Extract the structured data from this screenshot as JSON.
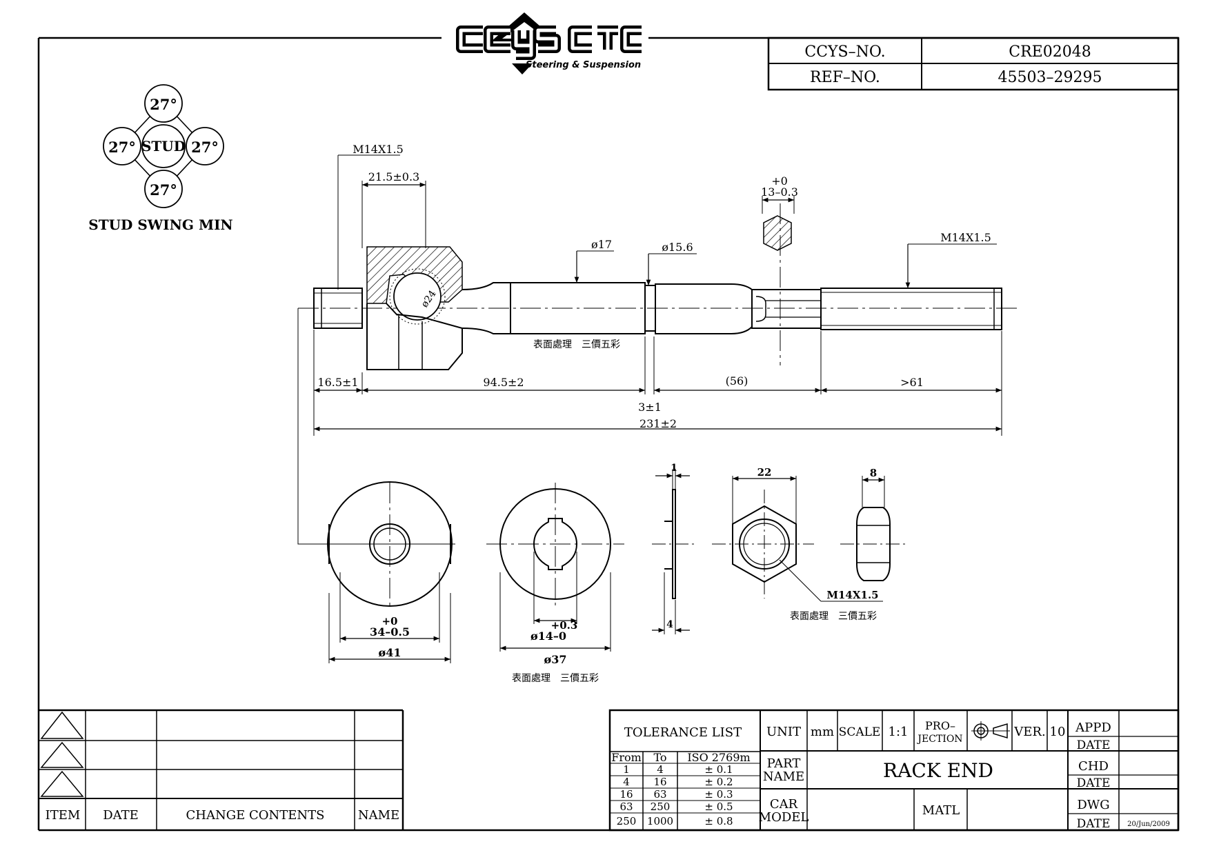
{
  "logo": {
    "brand": "CCYS CTC",
    "tagline": "Steering & Suspension"
  },
  "header": {
    "ccys_label": "CCYS–NO.",
    "ccys_value": "CRE02048",
    "ref_label": "REF–NO.",
    "ref_value": "45503–29295"
  },
  "swing": {
    "center": "STUD",
    "top": "27°",
    "left": "27°",
    "right": "27°",
    "bottom": "27°",
    "caption": "STUD SWING MIN"
  },
  "dims": {
    "thread_left": "M14X1.5",
    "d_21_5": "21.5±0.3",
    "d_phi17": "ø17",
    "d_phi15_6": "ø15.6",
    "d_phi24": "ø24",
    "hex_tol_top": "+0",
    "hex_tol": "13–0.3",
    "thread_right": "M14X1.5",
    "treatment": "表面處理　三價五彩",
    "d_16_5": "16.5±1",
    "d_94_5": "94.5±2",
    "d_56": "(56)",
    "d_gt61": ">61",
    "d_3": "3±1",
    "d_231": "231±2"
  },
  "views": {
    "v1_tol_top": "+0",
    "v1_tol": "34–0.5",
    "v1_phi41": "ø41",
    "v2_tol_top": "+0.3",
    "v2_tol": "ø14–0",
    "v2_phi37": "ø37",
    "v2_treatment": "表面處理　三價五彩",
    "washer_1": "1",
    "washer_4": "4",
    "nut_22": "22",
    "nut_thread": "M14X1.5",
    "nut_treatment": "表面處理　三價五彩",
    "nut_8": "8"
  },
  "revision": {
    "headers": [
      "ITEM",
      "DATE",
      "CHANGE CONTENTS",
      "NAME"
    ]
  },
  "title_block": {
    "tolerance_title": "TOLERANCE LIST",
    "tolerance_headers": [
      "From",
      "To",
      "ISO 2769m"
    ],
    "tolerance_rows": [
      [
        "1",
        "4",
        "± 0.1"
      ],
      [
        "4",
        "16",
        "± 0.2"
      ],
      [
        "16",
        "63",
        "± 0.3"
      ],
      [
        "63",
        "250",
        "± 0.5"
      ],
      [
        "250",
        "1000",
        "± 0.8"
      ]
    ],
    "unit_label": "UNIT",
    "unit_value": "mm",
    "scale_label": "SCALE",
    "scale_value": "1:1",
    "projection_label_1": "PRO–",
    "projection_label_2": "JECTION",
    "ver_label": "VER.",
    "ver_value": "10",
    "part_name_label_1": "PART",
    "part_name_label_2": "NAME",
    "part_name_value": "RACK END",
    "car_model_label_1": "CAR",
    "car_model_label_2": "MODEL",
    "matl_label": "MATL",
    "appd_label": "APPD",
    "date_label": "DATE",
    "chd_label": "CHD",
    "dwg_label": "DWG",
    "dwg_date": "20/Jun/2009"
  }
}
